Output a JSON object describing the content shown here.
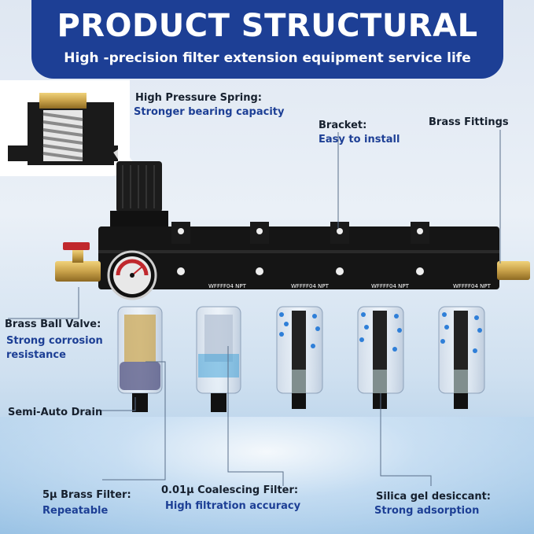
{
  "banner": {
    "title": "PRODUCT STRUCTURAL",
    "subtitle": "High -precision filter extension equipment service life"
  },
  "callouts": {
    "spring": {
      "title": "High Pressure Spring:",
      "desc": "Stronger bearing capacity"
    },
    "bracket": {
      "title": "Bracket:",
      "desc": "Easy to install"
    },
    "fittings": {
      "title": "Brass Fittings"
    },
    "ball_valve": {
      "title": "Brass Ball Valve:",
      "desc_line1": "Strong corrosion",
      "desc_line2": "resistance"
    },
    "drain": {
      "title": "Semi-Auto Drain"
    },
    "brass_filter": {
      "title": "5μ Brass Filter:",
      "desc": "Repeatable"
    },
    "coalescing": {
      "title": "0.01μ Coalescing Filter:",
      "desc": "High filtration accuracy"
    },
    "silica": {
      "title": "Silica gel desiccant:",
      "desc": "Strong adsorption"
    }
  },
  "product_labels": {
    "unit_label": "WFFFF04 NPT"
  },
  "colors": {
    "banner": "#1d3f95",
    "accent_text": "#1d3f95",
    "body_black": "#151515",
    "brass": "#c9a24a",
    "desiccant_blue": "#2f7fd8"
  }
}
